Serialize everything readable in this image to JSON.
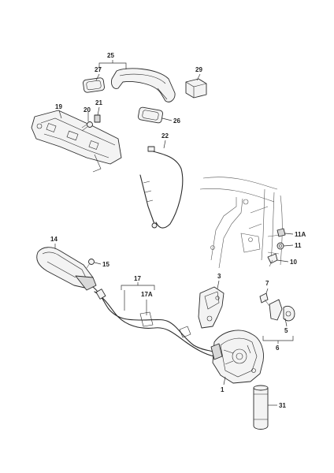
{
  "callouts": {
    "c1": "1",
    "c3": "3",
    "c5": "5",
    "c6": "6",
    "c7": "7",
    "c10": "10",
    "c11": "11",
    "c11a": "11A",
    "c14": "14",
    "c15": "15",
    "c17": "17",
    "c17a": "17A",
    "c19": "19",
    "c20": "20",
    "c21": "21",
    "c22": "22",
    "c25": "25",
    "c26": "26",
    "c27": "27",
    "c29": "29",
    "c31": "31"
  },
  "colors": {
    "line": "#2a2a2a",
    "fill_light": "#f3f3f3",
    "fill_shade": "#d8d8d8",
    "background": "#ffffff"
  }
}
